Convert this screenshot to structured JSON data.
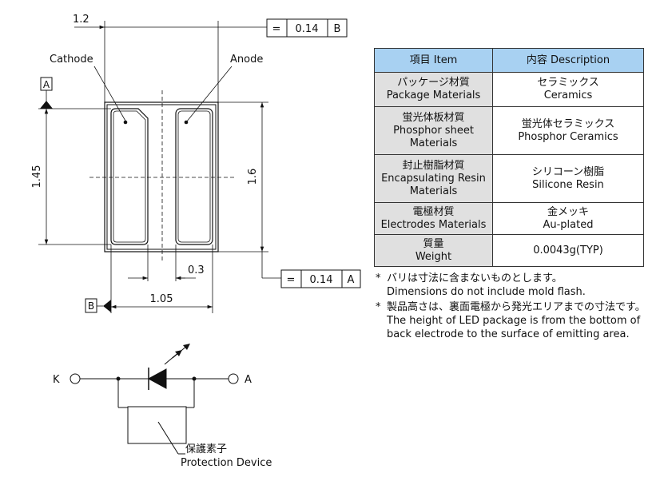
{
  "drawing": {
    "top_dimension": "1.2",
    "cathode_label": "Cathode",
    "anode_label": "Anode",
    "datum_a": "A",
    "datum_b": "B",
    "left_dimension": "1.45",
    "right_dimension": "1.6",
    "pad_gap_dimension": "0.3",
    "bottom_dimension": "1.05",
    "tolerance_top": {
      "symbol": "=",
      "value": "0.14",
      "datum": "B"
    },
    "tolerance_right": {
      "symbol": "=",
      "value": "0.14",
      "datum": "A"
    }
  },
  "table": {
    "header": {
      "item": "項目 Item",
      "description": "内容 Description"
    },
    "rows": [
      {
        "item": [
          "パッケージ材質",
          "Package Materials"
        ],
        "description": [
          "セラミックス",
          "Ceramics"
        ]
      },
      {
        "item": [
          "蛍光体板材質",
          "Phosphor sheet",
          "Materials"
        ],
        "description": [
          "蛍光体セラミックス",
          "Phosphor Ceramics"
        ]
      },
      {
        "item": [
          "封止樹脂材質",
          "Encapsulating Resin",
          "Materials"
        ],
        "description": [
          "シリコーン樹脂",
          "Silicone Resin"
        ]
      },
      {
        "item": [
          "電極材質",
          "Electrodes Materials"
        ],
        "description": [
          "金メッキ",
          "Au-plated"
        ]
      },
      {
        "item": [
          "質量",
          "Weight"
        ],
        "description": [
          "0.0043g(TYP)"
        ]
      }
    ]
  },
  "notes": [
    {
      "star": "*",
      "lines": [
        "バリは寸法に含まないものとします。",
        "Dimensions do not include mold flash."
      ]
    },
    {
      "star": "*",
      "lines": [
        "製品高さは、裏面電極から発光エリアまでの寸法です。",
        "The height of LED package is from the bottom of",
        "back electrode to the surface of emitting area."
      ]
    }
  ],
  "circuit": {
    "k_label": "K",
    "a_label": "A",
    "protection_jp": "保護素子",
    "protection_en": "Protection Device"
  }
}
